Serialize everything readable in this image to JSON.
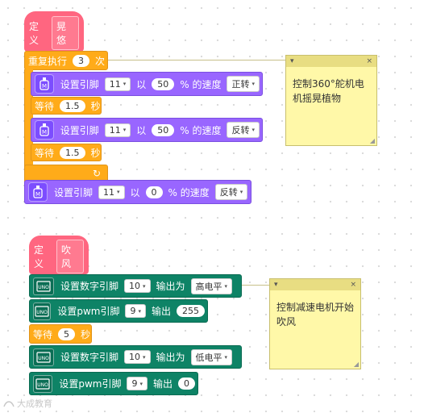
{
  "script1": {
    "hat_label": "定义",
    "hat_name": "晃悠",
    "repeat_label": "重复执行",
    "repeat_count": "3",
    "repeat_unit": "次",
    "servo1": {
      "prefix": "设置引脚",
      "pin": "11",
      "mid": "以",
      "speed": "50",
      "suffix": "% 的速度",
      "dir": "正转"
    },
    "wait1": {
      "label": "等待",
      "value": "1.5",
      "unit": "秒"
    },
    "servo2": {
      "prefix": "设置引脚",
      "pin": "11",
      "mid": "以",
      "speed": "50",
      "suffix": "% 的速度",
      "dir": "反转"
    },
    "wait2": {
      "label": "等待",
      "value": "1.5",
      "unit": "秒"
    },
    "loop_arrow": "↻",
    "servo3": {
      "prefix": "设置引脚",
      "pin": "11",
      "mid": "以",
      "speed": "0",
      "suffix": "% 的速度",
      "dir": "反转"
    }
  },
  "note1": {
    "text": "控制360°舵机电机摇晃植物",
    "menu": "▾",
    "close": "×",
    "grip": "◢"
  },
  "script2": {
    "hat_label": "定义",
    "hat_name": "吹风",
    "dig1": {
      "prefix": "设置数字引脚",
      "pin": "10",
      "mid": "输出为",
      "level": "高电平"
    },
    "pwm1": {
      "prefix": "设置pwm引脚",
      "pin": "9",
      "mid": "输出",
      "value": "255"
    },
    "wait": {
      "label": "等待",
      "value": "5",
      "unit": "秒"
    },
    "dig2": {
      "prefix": "设置数字引脚",
      "pin": "10",
      "mid": "输出为",
      "level": "低电平"
    },
    "pwm2": {
      "prefix": "设置pwm引脚",
      "pin": "9",
      "mid": "输出",
      "value": "0"
    }
  },
  "note2": {
    "text": "控制减速电机开始吹风",
    "menu": "▾",
    "close": "×",
    "grip": "◢"
  },
  "icons": {
    "servo": "servo-motor-icon",
    "uno": "arduino-uno-icon",
    "dropdown": "▾"
  },
  "colors": {
    "hat": "#ff6680",
    "control": "#ffab19",
    "servo": "#9966ff",
    "arduino": "#0e8366",
    "note": "#fff8a8"
  },
  "watermark": "大成教育"
}
